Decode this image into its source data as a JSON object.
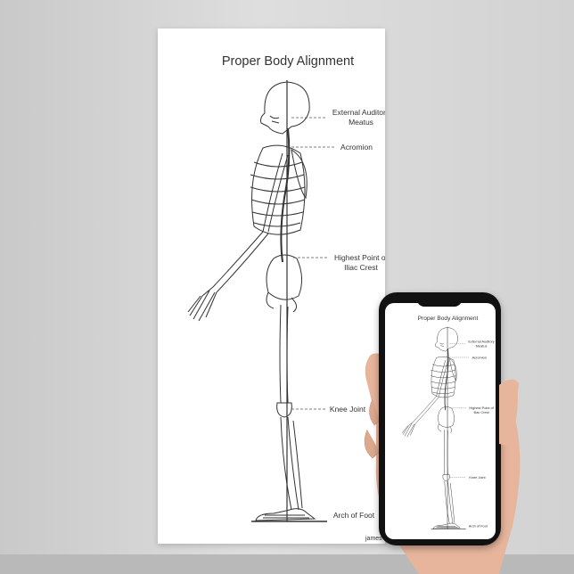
{
  "poster": {
    "title": "Proper Body Alignment",
    "labels": {
      "ear_line1": "External Auditory",
      "ear_line2": "Meatus",
      "acromion": "Acromion",
      "iliac_line1": "Highest Point of",
      "iliac_line2": "Iliac Crest",
      "knee": "Knee Joint",
      "foot": "Arch of Foot"
    },
    "watermark": "james"
  },
  "colors": {
    "background": "#d6d6d6",
    "poster": "#ffffff",
    "phone": "#111111",
    "skin": "#e8b9a0"
  }
}
